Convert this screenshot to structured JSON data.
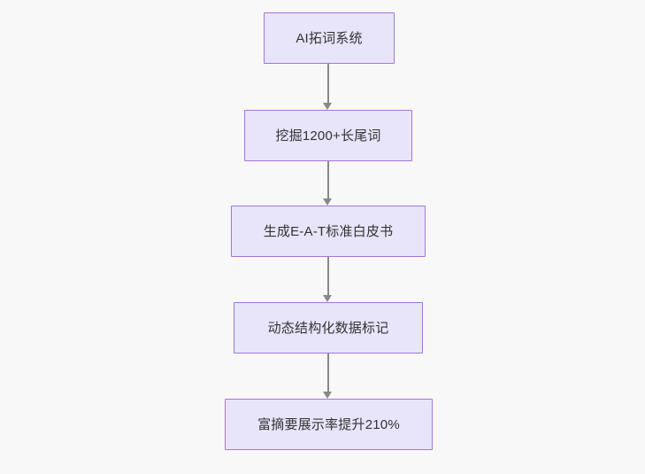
{
  "diagram": {
    "type": "flowchart",
    "direction": "top-to-bottom",
    "background_color": "#f8f8f8",
    "node_fill_color": "#e8e4fa",
    "node_border_color": "#a276d9",
    "node_text_color": "#333333",
    "edge_color": "#888888",
    "nodes": [
      {
        "id": "n1",
        "label": "AI拓词系统"
      },
      {
        "id": "n2",
        "label": "挖掘1200+长尾词"
      },
      {
        "id": "n3",
        "label": "生成E-A-T标准白皮书"
      },
      {
        "id": "n4",
        "label": "动态结构化数据标记"
      },
      {
        "id": "n5",
        "label": "富摘要展示率提升210%"
      }
    ],
    "edges": [
      {
        "from": "n1",
        "to": "n2",
        "arrow": "arrow-down-icon"
      },
      {
        "from": "n2",
        "to": "n3",
        "arrow": "arrow-down-icon"
      },
      {
        "from": "n3",
        "to": "n4",
        "arrow": "arrow-down-icon"
      },
      {
        "from": "n4",
        "to": "n5",
        "arrow": "arrow-down-icon"
      }
    ]
  }
}
